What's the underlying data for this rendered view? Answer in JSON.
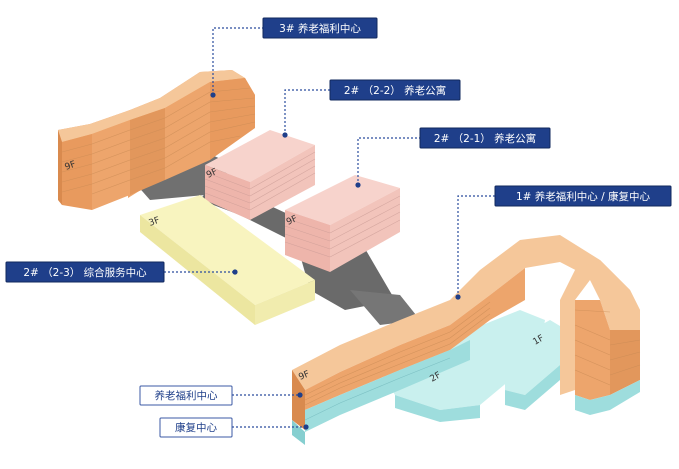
{
  "labels": {
    "b3": "3# 养老福利中心",
    "b2_2": "2# （2-2） 养老公寓",
    "b2_1": "2# （2-1） 养老公寓",
    "b1": "1# 养老福利中心 / 康复中心",
    "b2_3": "2# （2-3） 综合服务中心",
    "legend_welfare": "养老福利中心",
    "legend_rehab": "康复中心"
  },
  "floors": {
    "b3": "9F",
    "b2_2": "9F",
    "b2_1": "9F",
    "b2_3": "3F",
    "b1_left": "9F",
    "b1_mid": "2F",
    "b1_right": "1F"
  },
  "colors": {
    "orange_top": "#f5c79a",
    "orange_side": "#eda56c",
    "orange_dark": "#d98a4e",
    "pink_top": "#f7d3cc",
    "pink_side": "#eeb5ab",
    "yellow_top": "#f8f4bf",
    "yellow_side": "#ece6a0",
    "cyan_top": "#c9f0ee",
    "cyan_side": "#9edddd",
    "plaza": "#6d6d6d",
    "tag": "#1f3f8a"
  }
}
